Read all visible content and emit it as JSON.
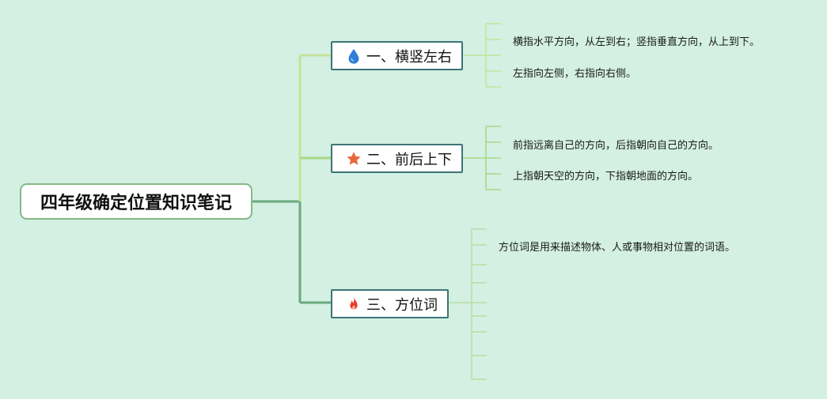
{
  "root": {
    "title": "四年级确定位置知识笔记"
  },
  "branches": [
    {
      "label": "一、横竖左右",
      "icon": "water-drop-icon",
      "icon_color": "#2f7fd8",
      "notes": [
        "横指水平方向，从左到右；竖指垂直方向，从上到下。",
        "左指向左侧，右指向右侧。"
      ]
    },
    {
      "label": "二、前后上下",
      "icon": "star-icon",
      "icon_color": "#e5693a",
      "notes": [
        "前指远离自己的方向，后指朝向自己的方向。",
        "上指朝天空的方向，下指朝地面的方向。"
      ]
    },
    {
      "label": "三、方位词",
      "icon": "fire-icon",
      "icon_color": "#e8392a",
      "notes": [
        "方位词是用来描述物体、人或事物相对位置的词语。"
      ]
    }
  ],
  "colors": {
    "background": "#d3f0e2",
    "root_border": "#86b886",
    "branch_border": "#3c7478",
    "connector_1": "#c6e29b",
    "connector_2": "#a9d785",
    "connector_3": "#6aa97f",
    "connector_main": "#6aa97f"
  }
}
